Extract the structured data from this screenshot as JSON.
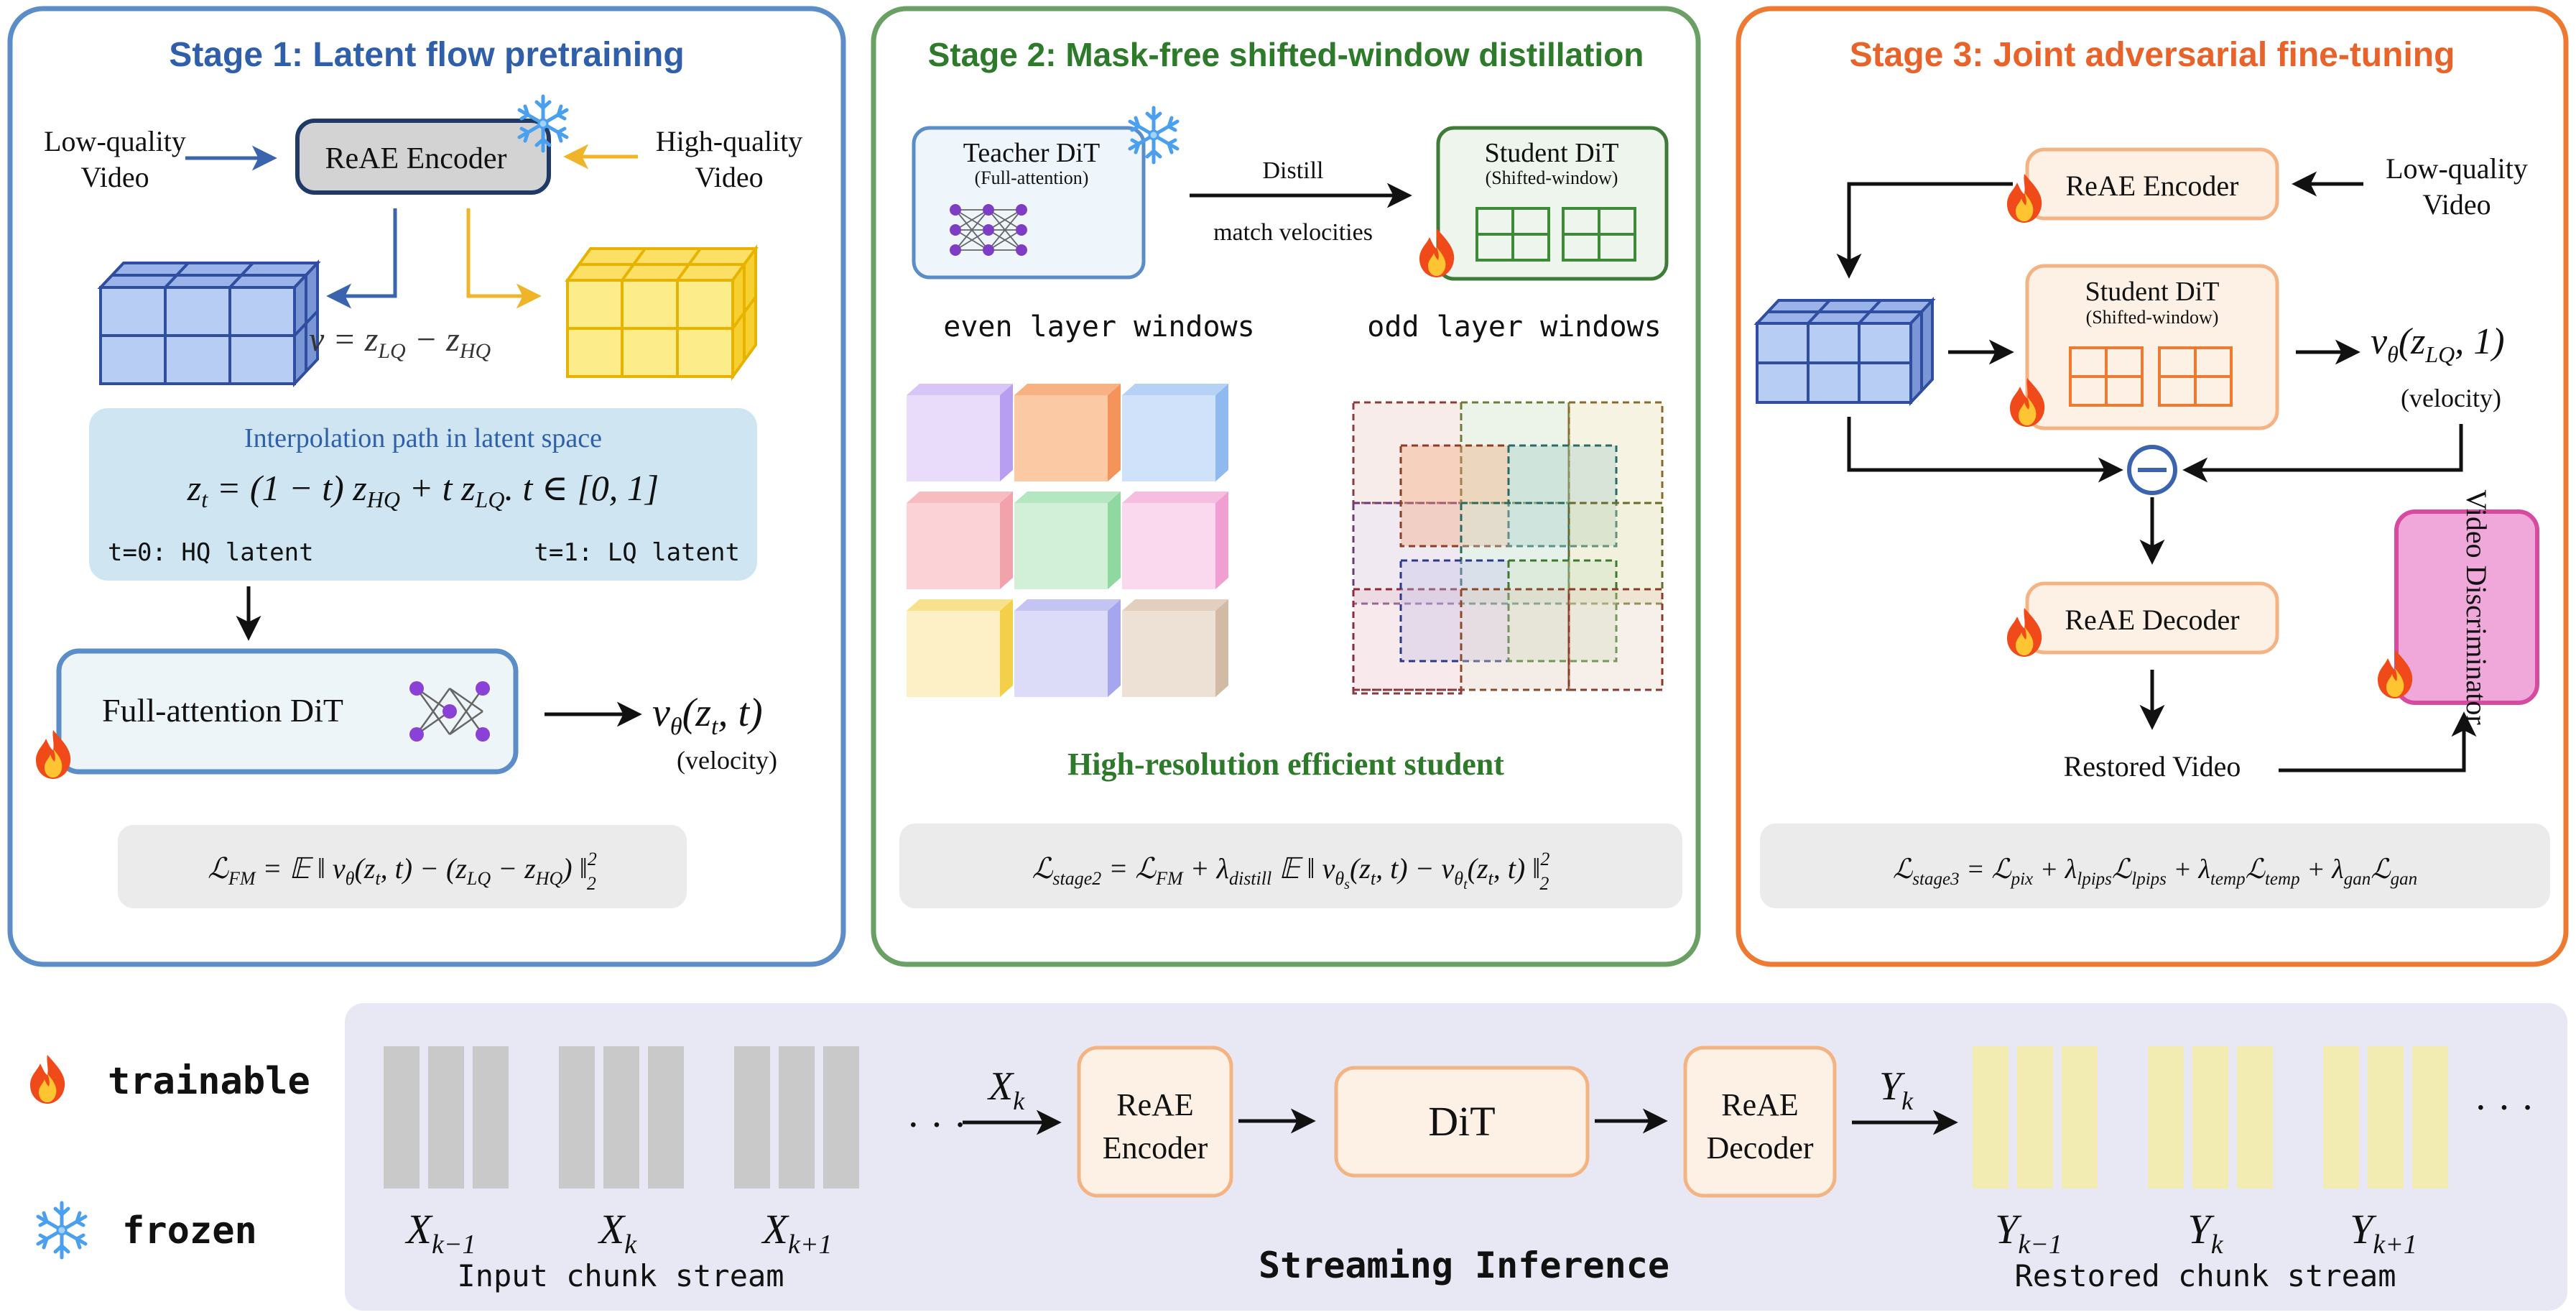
{
  "stage1": {
    "title": "Stage 1: Latent flow pretraining",
    "lq_label": [
      "Low-quality",
      "Video"
    ],
    "hq_label": [
      "High-quality",
      "Video"
    ],
    "encoder_label": "ReAE Encoder",
    "velocity_eq": {
      "v": "v = z",
      "lq_sub": "LQ",
      "minus": " − z",
      "hq_sub": "HQ"
    },
    "interp_title": "Interpolation path in latent space",
    "interp_eq": {
      "a": "z",
      "a_sub": "t",
      "b": " = (1 − t) z",
      "b_sub": "HQ",
      "c": " + t z",
      "c_sub": "LQ",
      "d": ".    t ∈ [0, 1]"
    },
    "t0_label": "t=0: HQ latent",
    "t1_label": "t=1: LQ latent",
    "dit_label": "Full-attention DiT",
    "output": {
      "v": "v",
      "sub": "θ",
      "args": "(z",
      "args_sub": "t",
      "end": ", t)"
    },
    "output_note": "(velocity)",
    "loss": {
      "L": "ℒ",
      "sub": "FM",
      "eq": " = 𝔼 ‖ v",
      "v_sub": "θ",
      "mid": "(z",
      "mid_sub": "t",
      "rest": ", t) − (z",
      "lq": "LQ",
      "minus": " − z",
      "hq": "HQ",
      "close": ") ‖",
      "sup": "2",
      "sub2": "2"
    }
  },
  "stage2": {
    "title": "Stage 2: Mask-free shifted-window distillation",
    "teacher_title": "Teacher DiT",
    "teacher_sub": "(Full-attention)",
    "student_title": "Student DiT",
    "student_sub": "(Shifted-window)",
    "distill_label": "Distill",
    "match_label": "match velocities",
    "even_label": "even layer windows",
    "odd_label": "odd layer windows",
    "caption": "High-resolution efficient student",
    "loss": {
      "L": "ℒ",
      "sub": "stage2",
      "eq": " = ℒ",
      "fm": "FM",
      "plus": " + λ",
      "distill": "distill",
      "e": " 𝔼 ‖ v",
      "vs": "θ",
      "vs2": "s",
      "m": "(z",
      "t": "t",
      "r": ", t) − v",
      "vt": "θ",
      "vt2": "t",
      "m2": "(z",
      "t2": "t",
      "close": ", t) ‖",
      "sup": "2",
      "sub2": "2"
    }
  },
  "stage3": {
    "title": "Stage 3: Joint adversarial fine-tuning",
    "encoder_label": "ReAE Encoder",
    "lq_label": [
      "Low-quality",
      "Video"
    ],
    "student_title": "Student DiT",
    "student_sub": "(Shifted-window)",
    "output": {
      "v": "ν",
      "sub": "θ",
      "args": "(z",
      "args_sub": "LQ",
      "end": ", 1)"
    },
    "output_note": "(velocity)",
    "decoder_label": "ReAE Decoder",
    "discriminator_label": "Video Discriminator",
    "restored_label": "Restored Video",
    "loss": {
      "L": "ℒ",
      "sub": "stage3",
      "eq": " = ℒ",
      "pix": "pix",
      "p1": " + λ",
      "lp": "lpips",
      "l2": "ℒ",
      "lp2": "lpips",
      "p2": " + λ",
      "tp": "temp",
      "l3": "ℒ",
      "tp2": "temp",
      "p3": " + λ",
      "gn": "gan",
      "l4": "ℒ",
      "gn2": "gan"
    }
  },
  "legend": {
    "trainable": "trainable",
    "frozen": "frozen"
  },
  "streaming": {
    "title": "Streaming Inference",
    "input_caption": "Input chunk stream",
    "output_caption": "Restored chunk stream",
    "xk": {
      "v": "X",
      "s": "k"
    },
    "yk": {
      "v": "Y",
      "s": "k"
    },
    "encoder": [
      "ReAE",
      "Encoder"
    ],
    "dit": "DiT",
    "decoder": [
      "ReAE",
      "Decoder"
    ],
    "ellipsis": "· · ·",
    "input_labels": [
      {
        "v": "X",
        "s": "k−1"
      },
      {
        "v": "X",
        "s": "k"
      },
      {
        "v": "X",
        "s": "k+1"
      }
    ],
    "output_labels": [
      {
        "v": "Y",
        "s": "k−1"
      },
      {
        "v": "Y",
        "s": "k"
      },
      {
        "v": "Y",
        "s": "k+1"
      }
    ]
  },
  "colors": {
    "stage1": "#5b8ec9",
    "stage2": "#6aa064",
    "stage3": "#ee7a32",
    "title1": "#2f5fa8",
    "title2": "#2d7a2a",
    "title3": "#e8632a",
    "orange_fill": "#fdf0e4",
    "orange_border": "#f3b383",
    "stream_bg": "#e8e8f4",
    "chunk_in": "#c9c9c9",
    "chunk_out": "#f3ecb2"
  }
}
